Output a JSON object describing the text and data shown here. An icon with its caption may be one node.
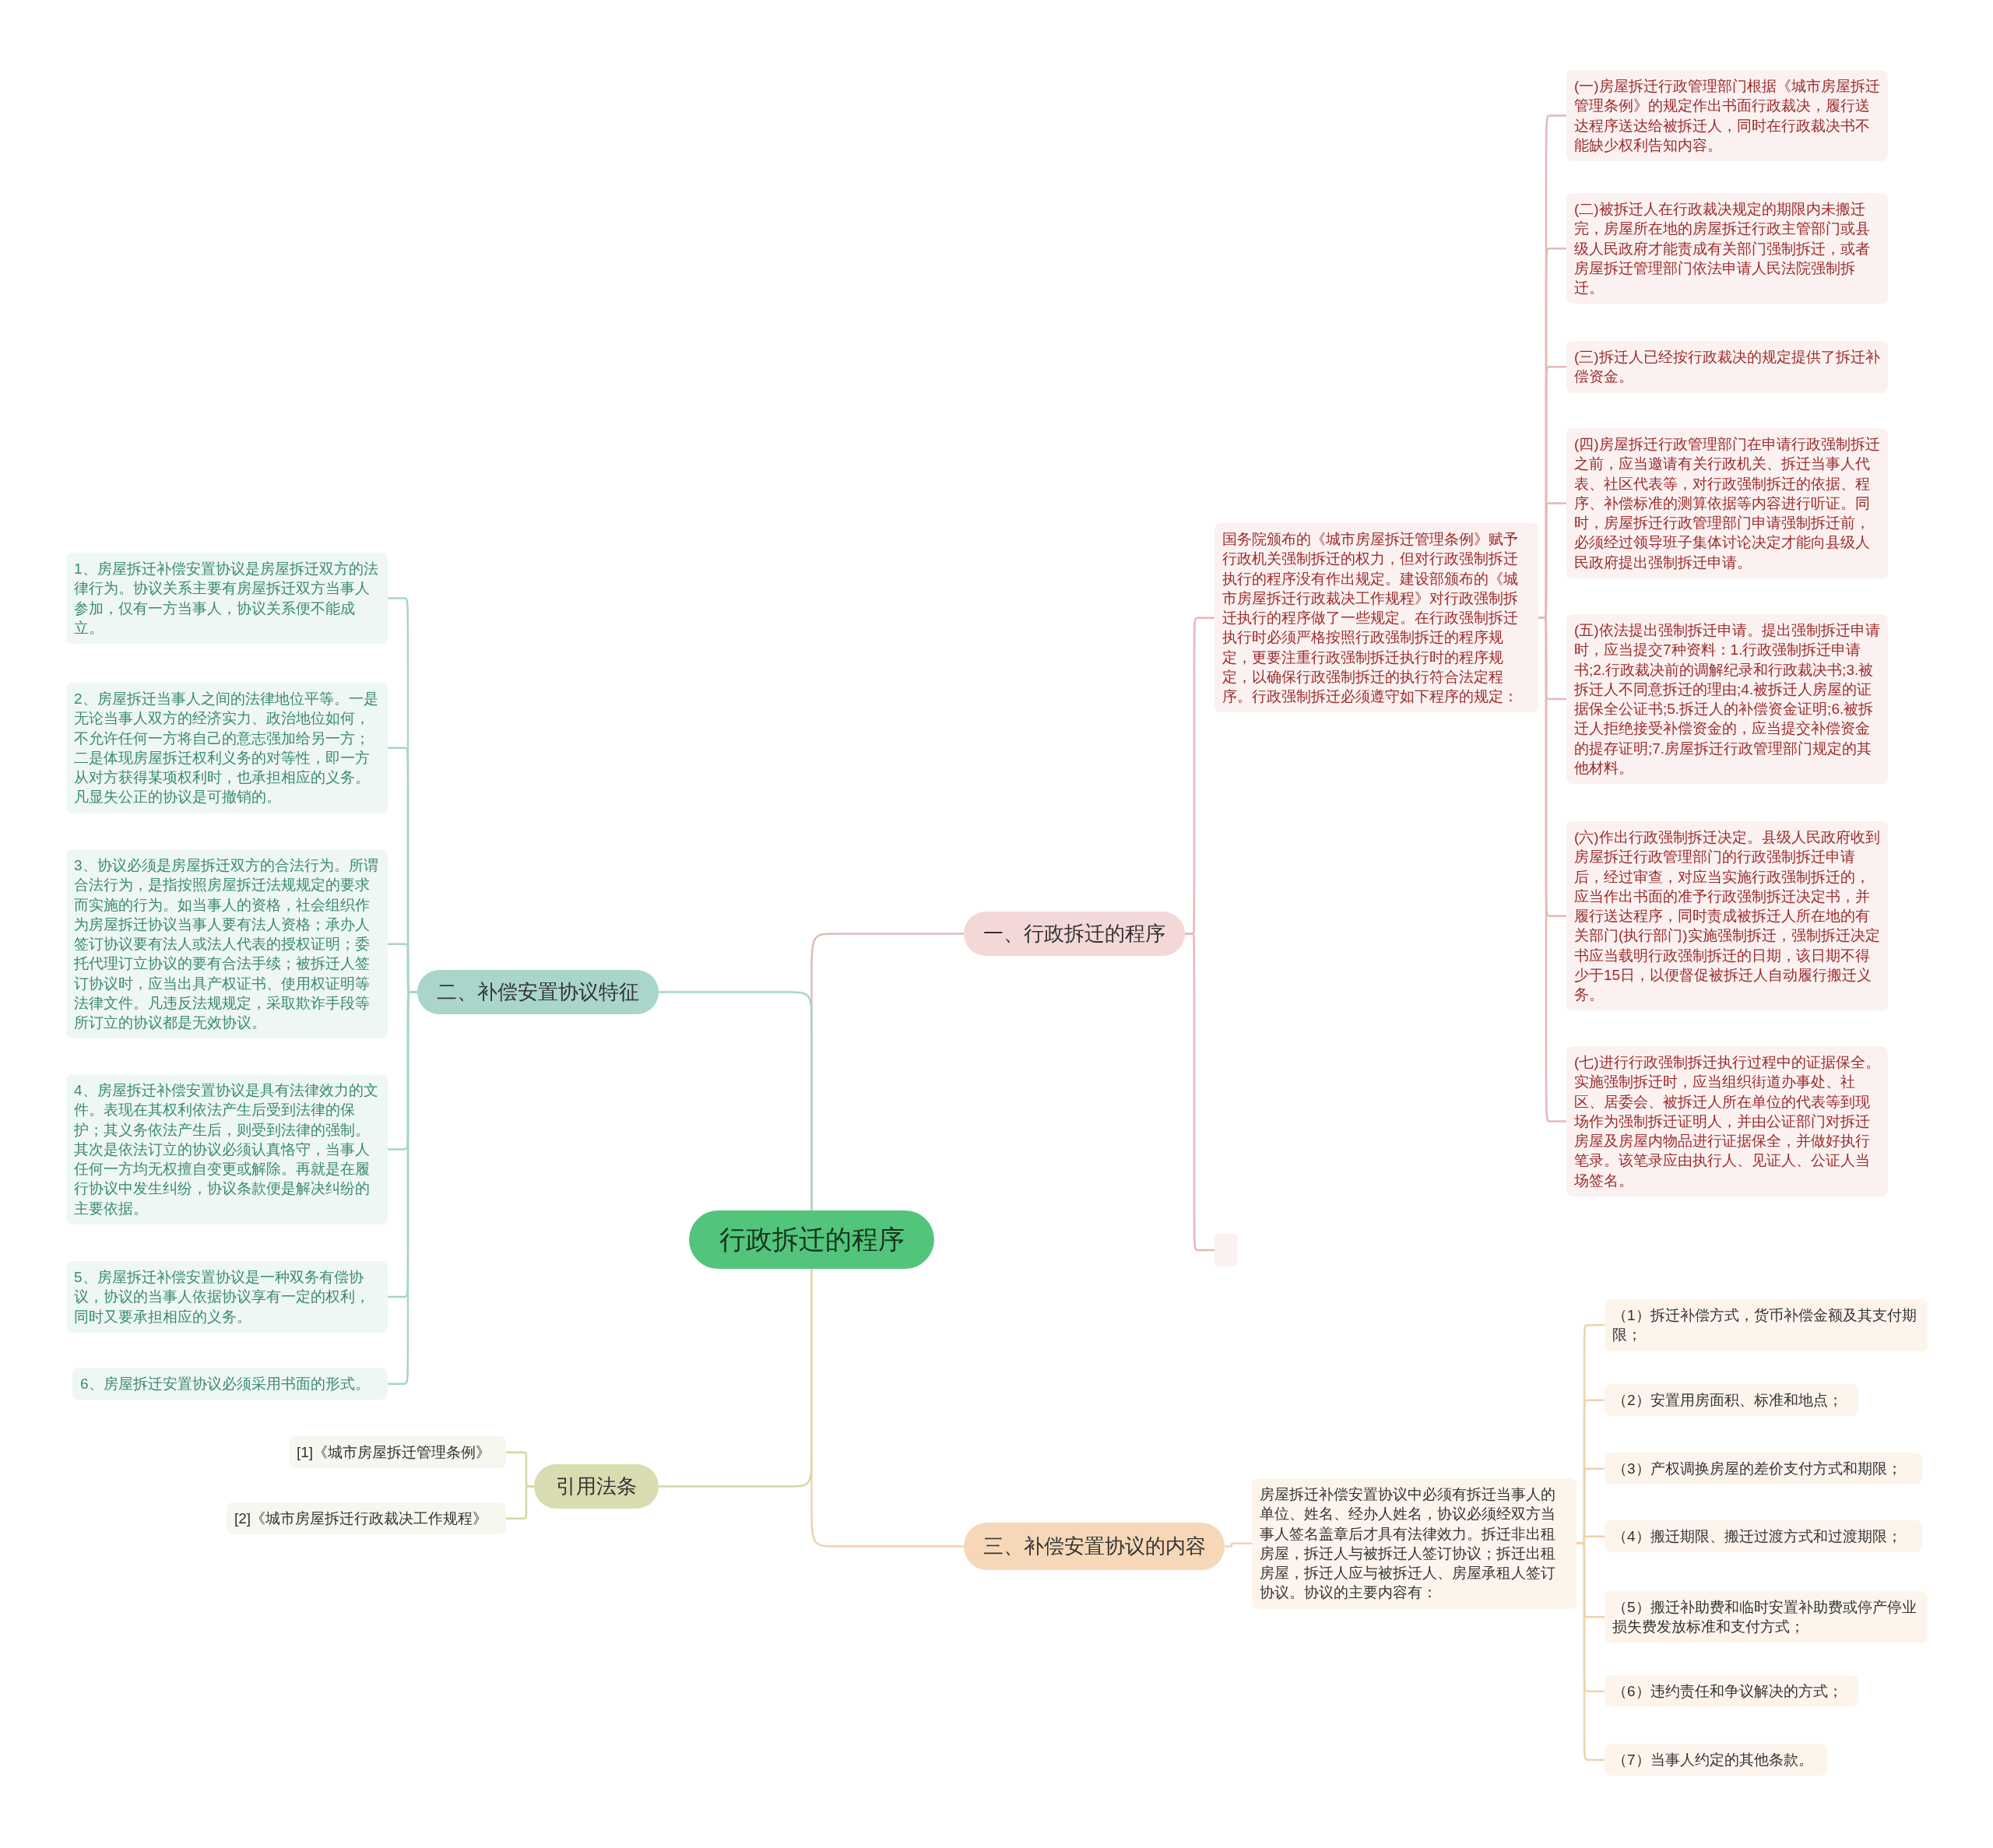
{
  "diagram": {
    "nodes": [
      {
        "text": [
          "行政拆迁的程序"
        ]
      },
      {
        "text": [
          "一、行政拆迁的程序"
        ]
      },
      {
        "text": [
          "国务院颁布的《城市房屋拆迁管理条例》赋予行政机关强制拆迁的权力，但对行政强制拆迁执行的程序没有作出规定。建设部颁布的《城市房屋拆迁行政裁决工作规程》对行政强制拆迁执行的程序做了一些规定。在行政强制拆迁执行时必须严格按照行政强制拆迁的程序规定，更要注重行政强制拆迁执行时的程序规定，以确保行政强制拆迁的执行符合法定程序。行政强制拆迁必须遵守如下程序的规定："
        ]
      },
      {
        "text": [
          "(一)房屋拆迁行政管理部门根据《城市房屋拆迁管理条例》的规定作出书面行政裁决，履行送达程序送达给被拆迁人，同时在行政裁决书不能缺少权利告知内容。"
        ]
      },
      {
        "text": [
          "(二)被拆迁人在行政裁决规定的期限内未搬迁完，房屋所在地的房屋拆迁行政主管部门或县级人民政府才能责成有关部门强制拆迁，或者房屋拆迁管理部门依法申请人民法院强制拆迁。"
        ]
      },
      {
        "text": [
          "(三)拆迁人已经按行政裁决的规定提供了拆迁补偿资金。"
        ]
      },
      {
        "text": [
          "(四)房屋拆迁行政管理部门在申请行政强制拆迁之前，应当邀请有关行政机关、拆迁当事人代表、社区代表等，对行政强制拆迁的依据、程序、补偿标准的测算依据等内容进行听证。同时，房屋拆迁行政管理部门申请强制拆迁前，必须经过领导班子集体讨论决定才能向县级人民政府提出强制拆迁申请。"
        ]
      },
      {
        "text": [
          "(五)依法提出强制拆迁申请。提出强制拆迁申请时，应当提交7种资料：1.行政强制拆迁申请书;2.行政裁决前的调解纪录和行政裁决书;3.被拆迁人不同意拆迁的理由;4.被拆迁人房屋的证据保全公证书;5.拆迁人的补偿资金证明;6.被拆迁人拒绝接受补偿资金的，应当提交补偿资金的提存证明;7.房屋拆迁行政管理部门规定的其他材料。"
        ]
      },
      {
        "text": [
          "(六)作出行政强制拆迁决定。县级人民政府收到房屋拆迁行政管理部门的行政强制拆迁申请后，经过审查，对应当实施行政强制拆迁的，应当作出书面的准予行政强制拆迁决定书，并履行送达程序，同时责成被拆迁人所在地的有关部门(执行部门)实施强制拆迁，强制拆迁决定书应当载明行政强制拆迁的日期，该日期不得少于15日，以便督促被拆迁人自动履行搬迁义务。"
        ]
      },
      {
        "text": [
          "(七)进行行政强制拆迁执行过程中的证据保全。实施强制拆迁时，应当组织街道办事处、社区、居委会、被拆迁人所在单位的代表等到现场作为强制拆迁证明人，并由公证部门对拆迁房屋及房屋内物品进行证据保全，并做好执行笔录。该笔录应由执行人、见证人、公证人当场签名。"
        ]
      },
      {
        "text": [],
        "shape": "box"
      },
      {
        "text": [
          "二、补偿安置协议特征"
        ]
      },
      {
        "text": [
          "1、房屋拆迁补偿安置协议是房屋拆迁双方的法律行为。协议关系主要有房屋拆迁双方当事人参加，仅有一方当事人，协议关系便不能成立。"
        ]
      },
      {
        "text": [
          "2、房屋拆迁当事人之间的法律地位平等。一是无论当事人双方的经济实力、政治地位如何，不允许任何一方将自己的意志强加给另一方；二是体现房屋拆迁权利义务的对等性，即一方从对方获得某项权利时，也承担相应的义务。凡显失公正的协议是可撤销的。"
        ]
      },
      {
        "text": [
          "3、协议必须是房屋拆迁双方的合法行为。所谓合法行为，是指按照房屋拆迁法规规定的要求而实施的行为。如当事人的资格，社会组织作为房屋拆迁协议当事人要有法人资格；承办人签订协议要有法人或法人代表的授权证明；委托代理订立协议的要有合法手续；被拆迁人签订协议时，应当出具产权证书、使用权证明等法律文件。凡违反法规规定，采取欺诈手段等所订立的协议都是无效协议。"
        ]
      },
      {
        "text": [
          "4、房屋拆迁补偿安置协议是具有法律效力的文件。表现在其权利依法产生后受到法律的保护；其义务依法产生后，则受到法律的强制。其次是依法订立的协议必须认真恪守，当事人任何一方均无权擅自变更或解除。再就是在履行协议中发生纠纷，协议条款便是解决纠纷的主要依据。"
        ]
      },
      {
        "text": [
          "5、房屋拆迁补偿安置协议是一种双务有偿协议，协议的当事人依据协议享有一定的权利，同时又要承担相应的义务。"
        ]
      },
      {
        "text": [
          "6、房屋拆迁安置协议必须采用书面的形式。"
        ]
      },
      {
        "text": [
          "引用法条"
        ]
      },
      {
        "text": [
          "[1]《城市房屋拆迁管理条例》"
        ]
      },
      {
        "text": [
          "[2]《城市房屋拆迁行政裁决工作规程》"
        ]
      },
      {
        "text": [
          "三、补偿安置协议的内容"
        ]
      },
      {
        "text": [
          "房屋拆迁补偿安置协议中必须有拆迁当事人的单位、姓名、经办人姓名，协议必须经双方当事人签名盖章后才具有法律效力。拆迁非出租房屋，拆迁人与被拆迁人签订协议；拆迁出租房屋，拆迁人应与被拆迁人、房屋承租人签订协议。协议的主要内容有："
        ]
      },
      {
        "text": [
          "（1）拆迁补偿方式，货币补偿金额及其支付期限；"
        ]
      },
      {
        "text": [
          "（2）安置用房面积、标准和地点；"
        ]
      },
      {
        "text": [
          "（3）产权调换房屋的差价支付方式和期限；"
        ]
      },
      {
        "text": [
          "（4）搬迁期限、搬迁过渡方式和过渡期限；"
        ]
      },
      {
        "text": [
          "（5）搬迁补助费和临时安置补助费或停产停业损失费发放标准和支付方式；"
        ]
      },
      {
        "text": [
          "（6）违约责任和争议解决的方式；"
        ]
      },
      {
        "text": [
          "（7）当事人约定的其他条款。"
        ]
      }
    ],
    "edges": [
      {
        "from": 0,
        "to": 1,
        "arrow": "none"
      },
      {
        "from": 1,
        "to": 2,
        "arrow": "none"
      },
      {
        "from": 2,
        "to": 3,
        "arrow": "none"
      },
      {
        "from": 2,
        "to": 4,
        "arrow": "none"
      },
      {
        "from": 2,
        "to": 5,
        "arrow": "none"
      },
      {
        "from": 2,
        "to": 6,
        "arrow": "none"
      },
      {
        "from": 2,
        "to": 7,
        "arrow": "none"
      },
      {
        "from": 2,
        "to": 8,
        "arrow": "none"
      },
      {
        "from": 2,
        "to": 9,
        "arrow": "none"
      },
      {
        "from": 1,
        "to": 10,
        "arrow": "none"
      },
      {
        "from": 0,
        "to": 11,
        "arrow": "none",
        "color": "#a8d5c8"
      },
      {
        "from": 11,
        "to": 12,
        "arrow": "none",
        "color": "#a8d5c8"
      },
      {
        "from": 11,
        "to": 13,
        "arrow": "none",
        "color": "#a8d5c8"
      },
      {
        "from": 11,
        "to": 14,
        "arrow": "none",
        "color": "#a8d5c8"
      },
      {
        "from": 11,
        "to": 15,
        "arrow": "none",
        "color": "#a8d5c8"
      },
      {
        "from": 11,
        "to": 16,
        "arrow": "none",
        "color": "#a8d5c8"
      },
      {
        "from": 11,
        "to": 17,
        "arrow": "none",
        "color": "#a8d5c8"
      },
      {
        "from": 0,
        "to": 18,
        "arrow": "none",
        "color": "#d3d8a6"
      },
      {
        "from": 18,
        "to": 19,
        "arrow": "none",
        "color": "#d3d8a6"
      },
      {
        "from": 18,
        "to": 20,
        "arrow": "none",
        "color": "#d3d8a6"
      },
      {
        "from": 0,
        "to": 21,
        "arrow": "none",
        "color": "#efd2ae"
      },
      {
        "from": 21,
        "to": 22,
        "arrow": "none",
        "color": "#efd2ae"
      },
      {
        "from": 22,
        "to": 23,
        "arrow": "none",
        "color": "#efd2ae"
      },
      {
        "from": 22,
        "to": 24,
        "arrow": "none",
        "color": "#efd2ae"
      },
      {
        "from": 22,
        "to": 25,
        "arrow": "none",
        "color": "#efd2ae"
      },
      {
        "from": 22,
        "to": 26,
        "arrow": "none",
        "color": "#efd2ae"
      },
      {
        "from": 22,
        "to": 27,
        "arrow": "none",
        "color": "#efd2ae"
      },
      {
        "from": 22,
        "to": 28,
        "arrow": "none",
        "color": "#efd2ae"
      },
      {
        "from": 22,
        "to": 29,
        "arrow": "none",
        "color": "#efd2ae"
      }
    ]
  }
}
